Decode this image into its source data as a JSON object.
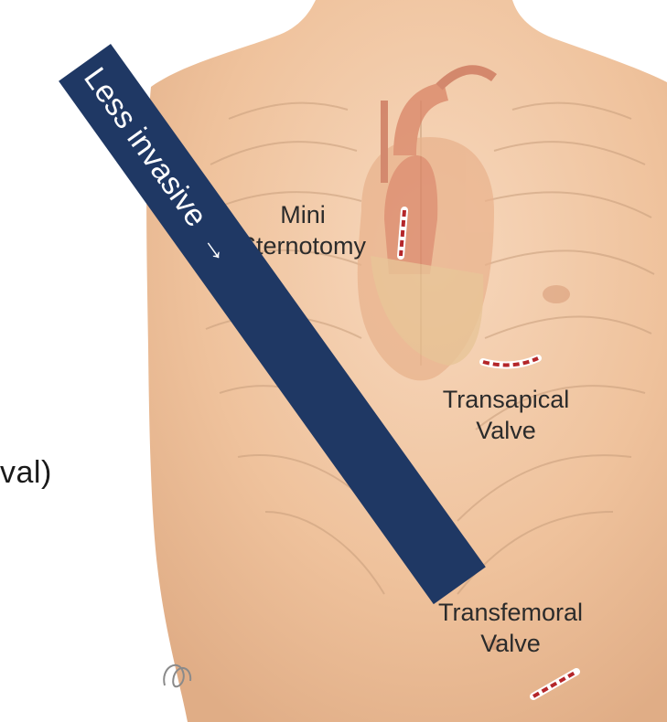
{
  "slide": {
    "cropped_text": "val)"
  },
  "banner": {
    "label": "Less invasive",
    "arrow": "→",
    "color": "#1f3864"
  },
  "incisions": {
    "mini_sternotomy": {
      "line1": "Mini",
      "line2": "Sternotomy"
    },
    "transapical": {
      "line1": "Transapical",
      "line2": "Valve"
    },
    "transfemoral": {
      "line1": "Transfemoral",
      "line2": "Valve"
    }
  },
  "colors": {
    "skin": "#f2c9a6",
    "incision": "#b4262a"
  }
}
